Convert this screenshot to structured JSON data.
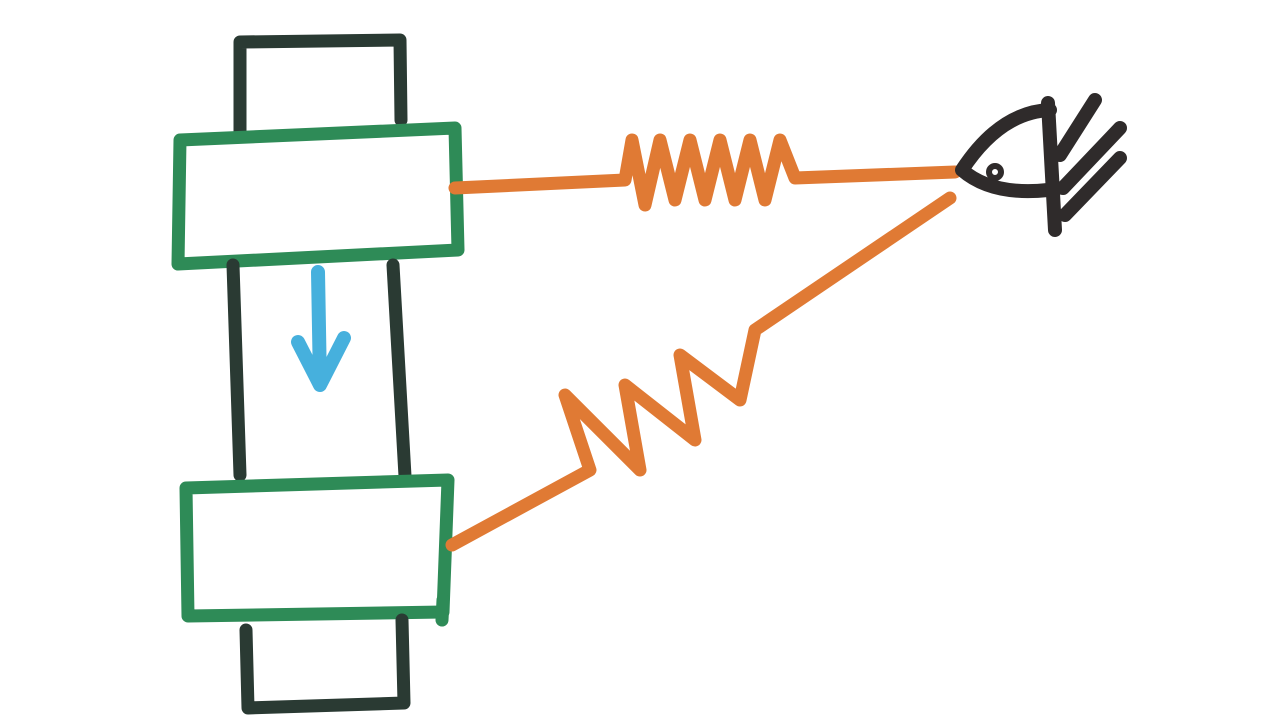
{
  "colors": {
    "background": "#ffffff",
    "frame": "#2a3a33",
    "plate": "#2e8b57",
    "wire": "#e07a34",
    "arrow": "#46b0dd",
    "eye": "#2f2b2b"
  },
  "diagram": {
    "elements": [
      "top-post",
      "upper-plate",
      "lower-plate",
      "bottom-post",
      "center-posts",
      "motion-arrow",
      "upper-spring",
      "lower-spring",
      "eye-icon"
    ],
    "arrow_direction": "down"
  }
}
